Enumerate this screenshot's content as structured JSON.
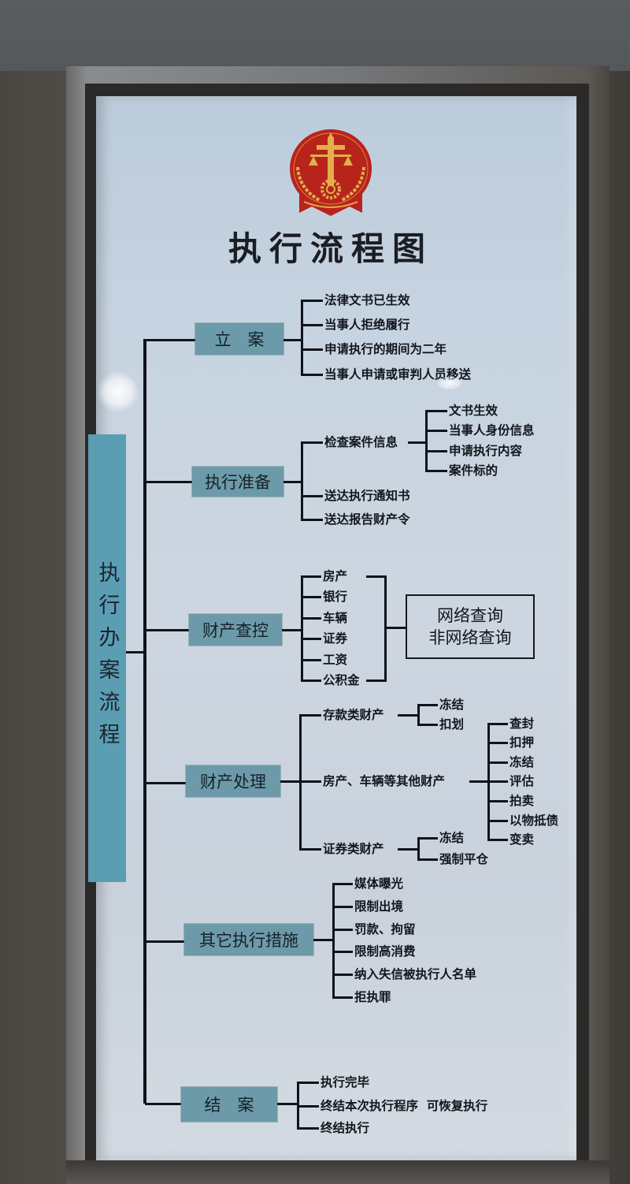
{
  "title": "执行流程图",
  "emblem": {
    "icon": "court-emblem-icon",
    "colors": {
      "red": "#b8231c",
      "gold": "#e0b04a"
    }
  },
  "root": {
    "label": "执行办案流程",
    "color": "#5b9db3"
  },
  "colors": {
    "category_box": "#6c9aa8",
    "line": "#10141a",
    "panel": "#c8d3df"
  },
  "categories": [
    {
      "label": "立　案",
      "items": [
        "法律文书已生效",
        "当事人拒绝履行",
        "申请执行的期间为二年",
        "当事人申请或审判人员移送"
      ]
    },
    {
      "label": "执行准备",
      "items": [
        {
          "label": "检查案件信息",
          "children": [
            "文书生效",
            "当事人身份信息",
            "申请执行内容",
            "案件标的"
          ]
        },
        {
          "label": "送达执行通知书"
        },
        {
          "label": "送达报告财产令"
        }
      ]
    },
    {
      "label": "财产查控",
      "items": [
        "房产",
        "银行",
        "车辆",
        "证券",
        "工资",
        "公积金"
      ],
      "query_box": [
        "网络查询",
        "非网络查询"
      ]
    },
    {
      "label": "财产处理",
      "items": [
        {
          "label": "存款类财产",
          "children": [
            "冻结",
            "扣划"
          ]
        },
        {
          "label": "房产、车辆等其他财产",
          "children": [
            "查封",
            "扣押",
            "冻结",
            "评估",
            "拍卖",
            "以物抵债",
            "变卖"
          ]
        },
        {
          "label": "证券类财产",
          "children": [
            "冻结",
            "强制平仓"
          ]
        }
      ]
    },
    {
      "label": "其它执行措施",
      "items": [
        "媒体曝光",
        "限制出境",
        "罚款、拘留",
        "限制高消费",
        "纳入失信被执行人名单",
        "拒执罪"
      ]
    },
    {
      "label": "结　案",
      "items": [
        "执行完毕",
        "终结本次执行程序  可恢复执行",
        "终结执行"
      ]
    }
  ]
}
